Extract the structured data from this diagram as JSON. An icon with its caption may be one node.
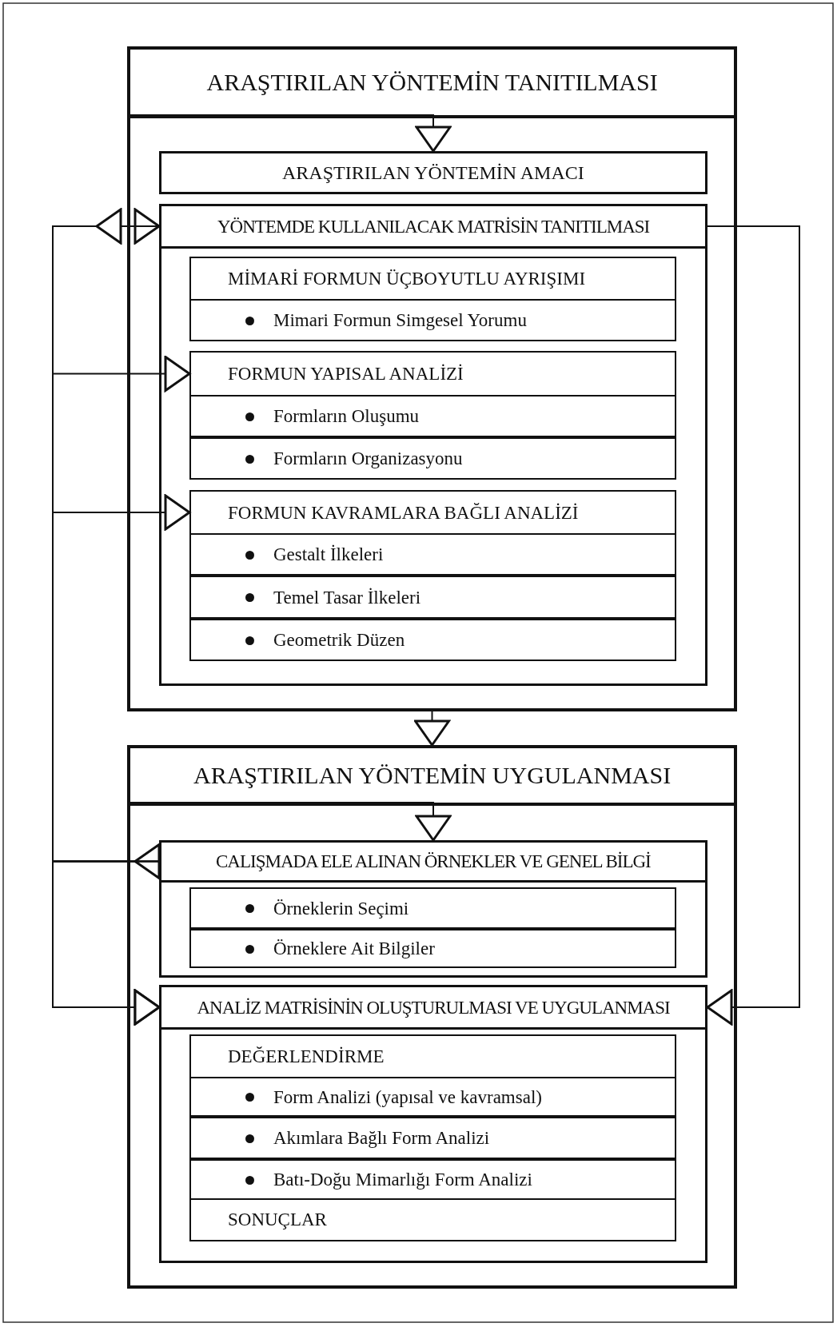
{
  "diagram": {
    "nodes": [
      {
        "text": [
          "ARAŞTIRILAN YÖNTEMİN TANITILMASI"
        ]
      },
      {
        "text": [
          "ARAŞTIRILAN YÖNTEMİN AMACI"
        ],
        "in": 0
      },
      {
        "text": [
          "YÖNTEMDE KULLANILACAK MATRİSİN TANITILMASI"
        ],
        "in": 0
      },
      {
        "text": [
          "MİMARİ FORMUN ÜÇBOYUTLU AYRIŞIMI"
        ],
        "in": 2
      },
      {
        "text": [
          "Mimari Formun Simgesel Yorumu"
        ],
        "in": 3
      },
      {
        "text": [
          "FORMUN YAPISAL ANALİZİ"
        ],
        "in": 2
      },
      {
        "text": [
          "Formların Oluşumu"
        ],
        "in": 5
      },
      {
        "text": [
          "Formların Organizasyonu"
        ],
        "in": 5
      },
      {
        "text": [
          "FORMUN KAVRAMLARA BAĞLI ANALİZİ"
        ],
        "in": 2
      },
      {
        "text": [
          "Gestalt İlkeleri"
        ],
        "in": 8
      },
      {
        "text": [
          "Temel Tasar İlkeleri"
        ],
        "in": 8
      },
      {
        "text": [
          "Geometrik Düzen"
        ],
        "in": 8
      },
      {
        "text": [
          "ARAŞTIRILAN YÖNTEMİN UYGULANMASI"
        ]
      },
      {
        "text": [
          "CALIŞMADA ELE ALINAN ÖRNEKLER VE GENEL BİLGİ"
        ],
        "in": 12
      },
      {
        "text": [
          "Örneklerin Seçimi"
        ],
        "in": 13
      },
      {
        "text": [
          "Örneklere Ait Bilgiler"
        ],
        "in": 13
      },
      {
        "text": [
          "ANALİZ MATRİSİNİN OLUŞTURULMASI VE UYGULANMASI"
        ],
        "in": 12
      },
      {
        "text": [
          "DEĞERLENDİRME",
          "SONUÇLAR"
        ],
        "in": 16
      },
      {
        "text": [
          "Form Analizi (yapısal ve kavramsal)"
        ],
        "in": 17
      },
      {
        "text": [
          "Akımlara Bağlı Form Analizi"
        ],
        "in": 17
      },
      {
        "text": [
          "Batı-Doğu Mimarlığı Form Analizi"
        ],
        "in": 17
      }
    ],
    "edges": [
      {
        "from": 0,
        "to": 1,
        "arrow": "to"
      },
      {
        "from": 2,
        "to": 16,
        "arrow": "to"
      },
      {
        "from": 13,
        "to": 2,
        "arrow": "to"
      },
      {
        "from": 2,
        "to": 16,
        "arrow": "to"
      },
      {
        "from": 13,
        "to": 5,
        "arrow": "to"
      },
      {
        "from": 13,
        "to": 8,
        "arrow": "to"
      },
      {
        "from": 0,
        "to": 12,
        "arrow": "to"
      },
      {
        "from": 12,
        "to": 13,
        "arrow": "to"
      },
      {
        "from": 13,
        "to": 16,
        "arrow": "to"
      }
    ]
  }
}
